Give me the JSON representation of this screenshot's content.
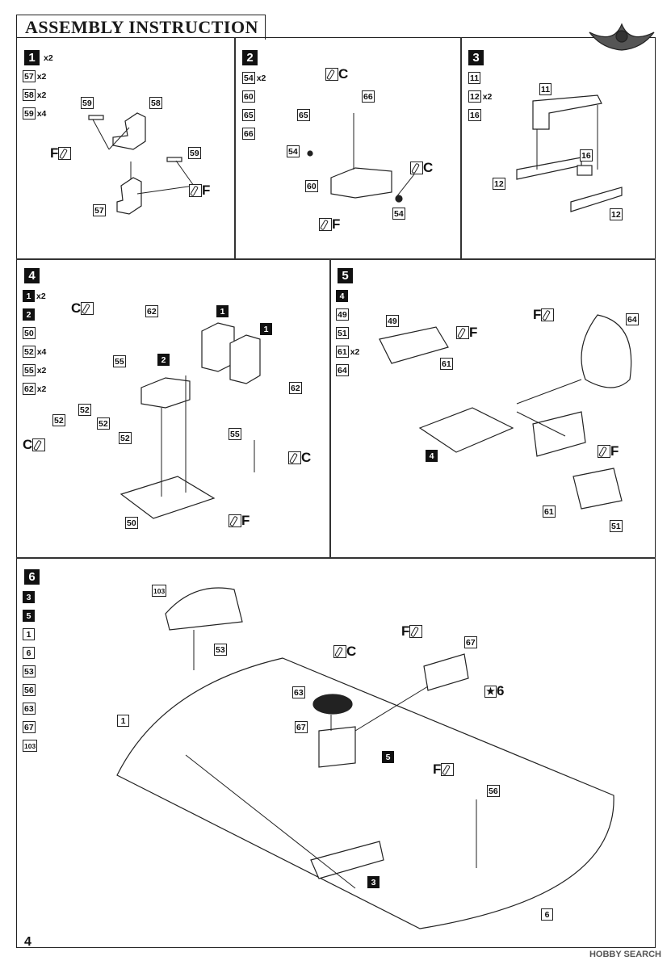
{
  "title": "ASSEMBLY INSTRUCTION",
  "page_number": "4",
  "watermark": "HOBBY SEARCH",
  "steps": [
    {
      "num": "1",
      "parts": [
        {
          "id": "1",
          "dark": true,
          "qty": "x2"
        },
        {
          "id": "57",
          "qty": "x2"
        },
        {
          "id": "58",
          "qty": "x2"
        },
        {
          "id": "59",
          "qty": "x4"
        }
      ],
      "labels": [
        "59",
        "58",
        "59",
        "57"
      ],
      "colors": [
        "F",
        "F"
      ]
    },
    {
      "num": "2",
      "parts": [
        {
          "id": "54",
          "qty": "x2"
        },
        {
          "id": "60",
          "qty": ""
        },
        {
          "id": "65",
          "qty": ""
        },
        {
          "id": "66",
          "qty": ""
        }
      ],
      "labels": [
        "66",
        "65",
        "54",
        "60",
        "54"
      ],
      "colors": [
        "C",
        "C",
        "F"
      ]
    },
    {
      "num": "3",
      "parts": [
        {
          "id": "11",
          "qty": ""
        },
        {
          "id": "12",
          "qty": "x2"
        },
        {
          "id": "16",
          "qty": ""
        }
      ],
      "labels": [
        "11",
        "16",
        "12",
        "12"
      ]
    },
    {
      "num": "4",
      "parts": [
        {
          "id": "1",
          "dark": true,
          "qty": "x2"
        },
        {
          "id": "2",
          "dark": true,
          "qty": ""
        },
        {
          "id": "50",
          "qty": ""
        },
        {
          "id": "52",
          "qty": "x4"
        },
        {
          "id": "55",
          "qty": "x2"
        },
        {
          "id": "62",
          "qty": "x2"
        }
      ],
      "labels": [
        "62",
        "55",
        "1",
        "1",
        "2",
        "52",
        "52",
        "52",
        "52",
        "62",
        "55",
        "50"
      ],
      "colors": [
        "C",
        "C",
        "C",
        "F"
      ]
    },
    {
      "num": "5",
      "parts": [
        {
          "id": "4",
          "dark": true,
          "qty": ""
        },
        {
          "id": "49",
          "qty": ""
        },
        {
          "id": "51",
          "qty": ""
        },
        {
          "id": "61",
          "qty": "x2"
        },
        {
          "id": "64",
          "qty": ""
        }
      ],
      "labels": [
        "49",
        "61",
        "64",
        "4",
        "61",
        "51"
      ],
      "colors": [
        "F",
        "F",
        "F"
      ]
    },
    {
      "num": "6",
      "parts": [
        {
          "id": "3",
          "dark": true,
          "qty": ""
        },
        {
          "id": "5",
          "dark": true,
          "qty": ""
        },
        {
          "id": "1",
          "qty": ""
        },
        {
          "id": "6",
          "qty": ""
        },
        {
          "id": "53",
          "qty": ""
        },
        {
          "id": "56",
          "qty": ""
        },
        {
          "id": "63",
          "qty": ""
        },
        {
          "id": "67",
          "qty": ""
        },
        {
          "id": "103",
          "qty": ""
        }
      ],
      "labels": [
        "103",
        "53",
        "1",
        "63",
        "67",
        "5",
        "56",
        "3",
        "6",
        "67"
      ],
      "colors": [
        "C",
        "F",
        "F"
      ],
      "decal": "6"
    }
  ]
}
